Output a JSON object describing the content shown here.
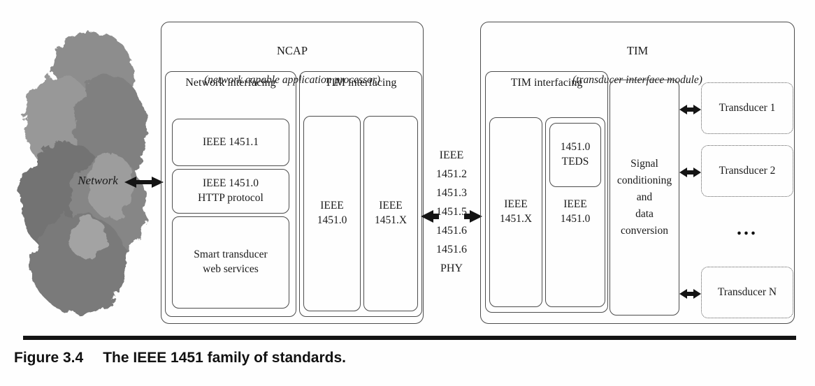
{
  "figure": {
    "network_label": "Network",
    "ncap": {
      "title": "NCAP",
      "subtitle": "(network capable application processor)",
      "network_interfacing_label": "Network interfacing",
      "box_1451_1": "IEEE 1451.1",
      "box_1451_0_http": "IEEE 1451.0\nHTTP protocol",
      "box_smart_web": "Smart transducer\nweb services",
      "tim_interfacing_label": "TIM interfacing",
      "col_1451_0": "IEEE\n1451.0",
      "col_1451_x": "IEEE\n1451.X"
    },
    "middle_standards": "IEEE\n1451.2\n1451.3\n1451.5\n1451.6\n1451.6\nPHY",
    "tim": {
      "title": "TIM",
      "subtitle": "(transducer interface module)",
      "tim_interfacing_label": "TIM interfacing",
      "col_1451_x": "IEEE\n1451.X",
      "teds_box": "1451.0\nTEDS",
      "col_1451_0": "IEEE\n1451.0",
      "signal_box": "Signal\nconditioning\nand\ndata\nconversion",
      "transducer_1": "Transducer 1",
      "transducer_2": "Transducer 2",
      "transducer_ellipsis": "...",
      "transducer_n": "Transducer N"
    },
    "caption_label": "Figure 3.4",
    "caption_text": "The IEEE 1451 family of standards.",
    "colors": {
      "box_border": "#4c4c4c",
      "text": "#1a1a1a",
      "cloud_dark": "#737373",
      "cloud_mid": "#8d8d8d",
      "cloud_light": "#9d9d9d",
      "rule_and_arrows": "#141414"
    }
  }
}
